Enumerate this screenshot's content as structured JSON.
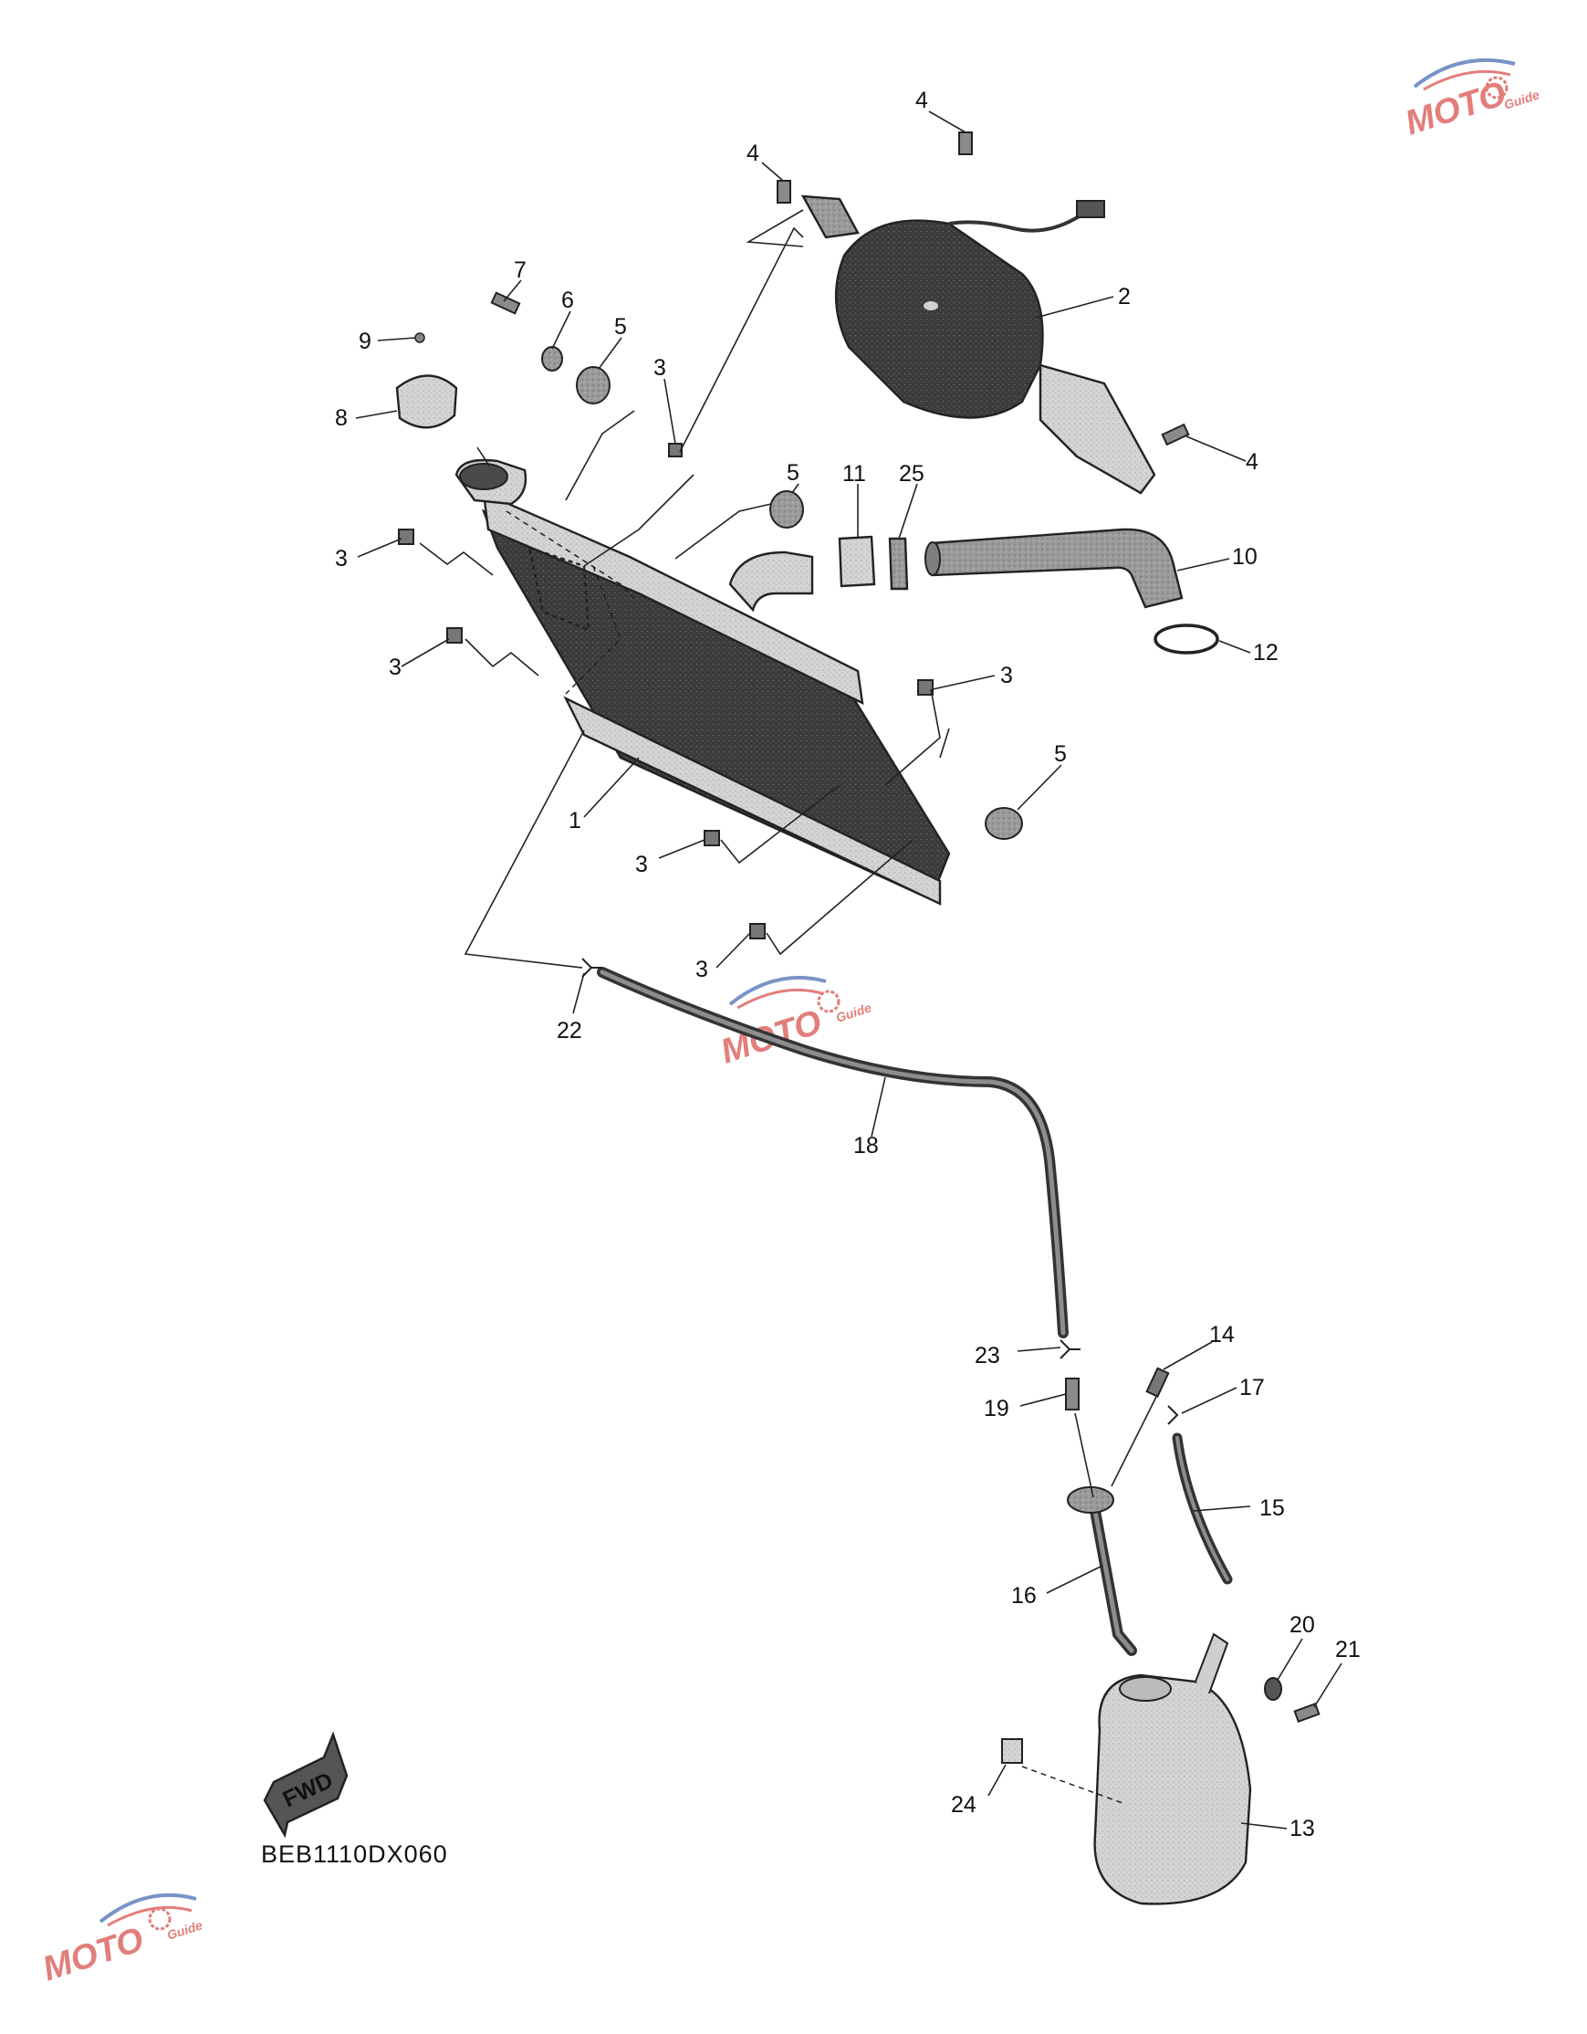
{
  "diagram": {
    "code": "BEB1110DX060",
    "fwd_label": "FWD",
    "watermark": {
      "brand": "MOTO",
      "sub": "Guide"
    },
    "colors": {
      "part_dark": "#3a3a3a",
      "part_mid": "#8c8c8c",
      "part_light": "#d6d6d6",
      "line": "#222222",
      "watermark_red": "#d9534f",
      "watermark_blue": "#4b6fb5"
    },
    "callouts": {
      "c4a": "4",
      "c4b": "4",
      "c2": "2",
      "c7": "7",
      "c6": "6",
      "c9": "9",
      "c5a": "5",
      "c8": "8",
      "c3a": "3",
      "c4c": "4",
      "c5b": "5",
      "c11": "11",
      "c25": "25",
      "c3b": "3",
      "c10": "10",
      "c3c": "3",
      "c12": "12",
      "c3d": "3",
      "c5c": "5",
      "c1": "1",
      "c3e": "3",
      "c3f": "3",
      "c22": "22",
      "c18": "18",
      "c14": "14",
      "c23": "23",
      "c17": "17",
      "c19": "19",
      "c15": "15",
      "c16": "16",
      "c20": "20",
      "c21": "21",
      "c24": "24",
      "c13": "13"
    }
  }
}
